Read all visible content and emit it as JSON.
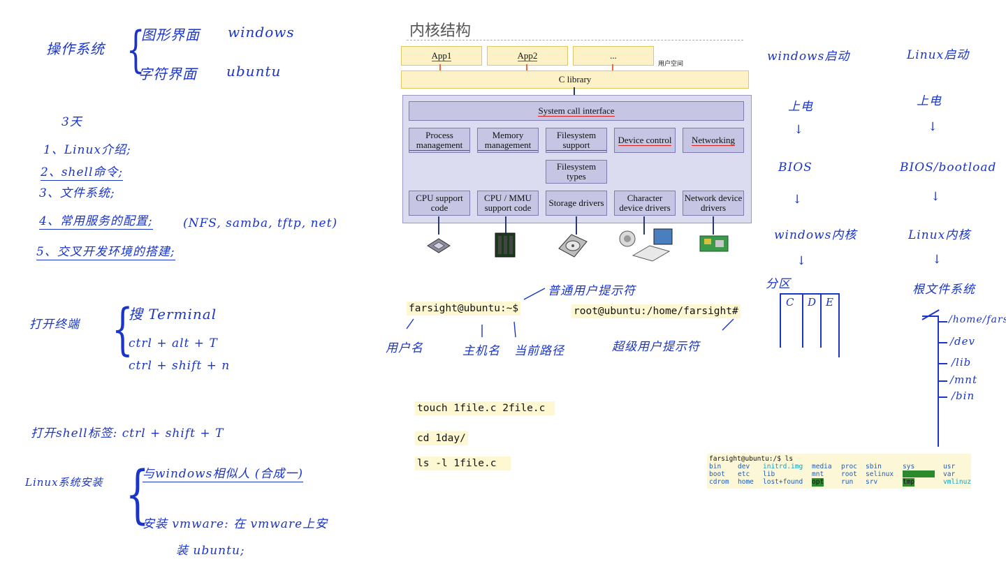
{
  "left_notes": {
    "os_label": "操作系统",
    "gui": "图形界面",
    "gui_example": "windows",
    "cli": "字符界面",
    "cli_example": "ubuntu",
    "days": "3天",
    "items": [
      "1、Linux介绍;",
      "2、shell命令;",
      "3、文件系统;",
      "4、常用服务的配置;",
      "5、交叉开发环境的搭建;"
    ],
    "services_detail": "(NFS, samba, tftp, net)",
    "open_terminal": "打开终端",
    "search_terminal": "搜 Terminal",
    "shortcut1": "ctrl + alt + T",
    "shortcut2": "ctrl + shift + n",
    "open_tab": "打开shell标签: ctrl + shift + T",
    "linux_install": "Linux系统安装",
    "install_1": "与windows相似人 (合成一)",
    "install_2": "安装 vmware: 在 vmware上安",
    "install_3": "装 ubuntu;"
  },
  "kernel": {
    "title": "内核结构",
    "user_space": "用户空间",
    "apps": [
      "App1",
      "App2",
      "..."
    ],
    "c_library": "C library",
    "syscall": "System call interface",
    "subsystems": [
      "Process management",
      "Memory management",
      "Filesystem support",
      "Device control",
      "Networking"
    ],
    "fs_types": "Filesystem types",
    "drivers": [
      "CPU support code",
      "CPU / MMU support code",
      "Storage drivers",
      "Character device drivers",
      "Network device drivers"
    ],
    "device_icons": [
      "cpu-chip-icon",
      "memory-chip-icon",
      "hard-disk-icon",
      "speaker-keyboard-icon",
      "network-card-icon"
    ]
  },
  "prompts": {
    "user_prompt": "farsight@ubuntu:~$",
    "root_prompt": "root@ubuntu:/home/farsight#",
    "note_user_prompt": "普通用户提示符",
    "note_username": "用户名",
    "note_hostname": "主机名",
    "note_curpath": "当前路径",
    "note_root_prompt": "超级用户提示符"
  },
  "commands": [
    "touch 1file.c 2file.c",
    "cd 1day/",
    "ls -l 1file.c"
  ],
  "ls_output": {
    "prompt": "farsight@ubuntu:/$ ls",
    "rows": [
      [
        "bin",
        "dev",
        "initrd.img",
        "media",
        "proc",
        "sbin",
        "sys",
        "usr"
      ],
      [
        "boot",
        "etc",
        "lib",
        "mnt",
        "root",
        "selinux",
        "",
        "var"
      ],
      [
        "cdrom",
        "home",
        "lost+found",
        "opt",
        "run",
        "srv",
        "tmp",
        "vmlinuz"
      ]
    ]
  },
  "boot": {
    "windows_title": "windows启动",
    "windows_steps": [
      "上电",
      "BIOS",
      "windows内核",
      "分区"
    ],
    "partitions": [
      "C",
      "D",
      "E"
    ],
    "linux_title": "Linux启动",
    "linux_steps": [
      "上电",
      "BIOS/bootload",
      "Linux内核",
      "根文件系统"
    ],
    "tree": [
      "/home/farsight",
      "/dev",
      "/lib",
      "/mnt",
      "/bin"
    ]
  }
}
